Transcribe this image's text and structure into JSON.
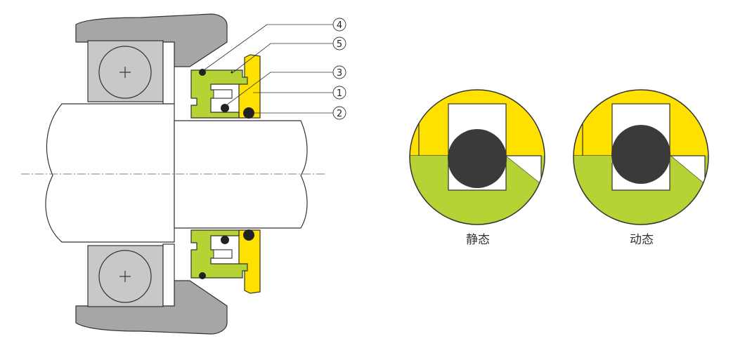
{
  "callouts": {
    "c4": "4",
    "c5": "5",
    "c3": "3",
    "c1": "1",
    "c2": "2"
  },
  "captions": {
    "static": "静态",
    "dynamic": "动态"
  },
  "colors": {
    "housing": "#a6a6a6",
    "bearing": "#c8c8c8",
    "seal_green": "#b5d334",
    "seal_yellow": "#ffe100",
    "oring": "#3a3a3a",
    "outline": "#333333"
  }
}
